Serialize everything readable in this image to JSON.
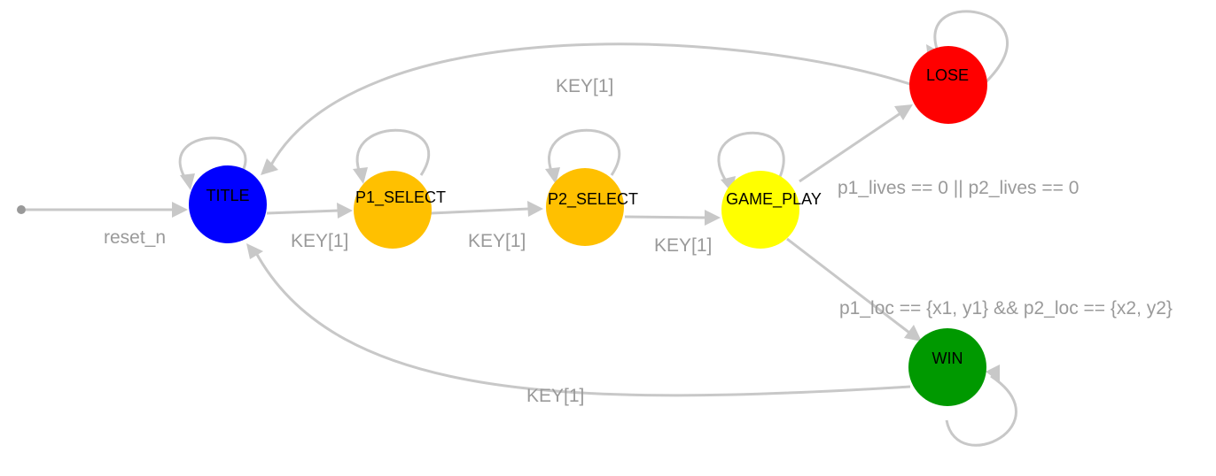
{
  "initial_transition": {
    "label": "reset_n"
  },
  "states": {
    "title": {
      "label": "TITLE",
      "color": "#0000ff"
    },
    "p1_select": {
      "label": "P1_SELECT",
      "color": "#ffc000"
    },
    "p2_select": {
      "label": "P2_SELECT",
      "color": "#ffc000"
    },
    "game_play": {
      "label": "GAME_PLAY",
      "color": "#ffff00"
    },
    "lose": {
      "label": "LOSE",
      "color": "#ff0000"
    },
    "win": {
      "label": "WIN",
      "color": "#009900"
    }
  },
  "transitions": {
    "title_to_p1": "KEY[1]",
    "p1_to_p2": "KEY[1]",
    "p2_to_game": "KEY[1]",
    "game_to_lose": "p1_lives == 0 || p2_lives == 0",
    "game_to_win": "p1_loc == {x1, y1} && p2_loc == {x2, y2}",
    "lose_to_title": "KEY[1]",
    "win_to_title": "KEY[1]"
  }
}
